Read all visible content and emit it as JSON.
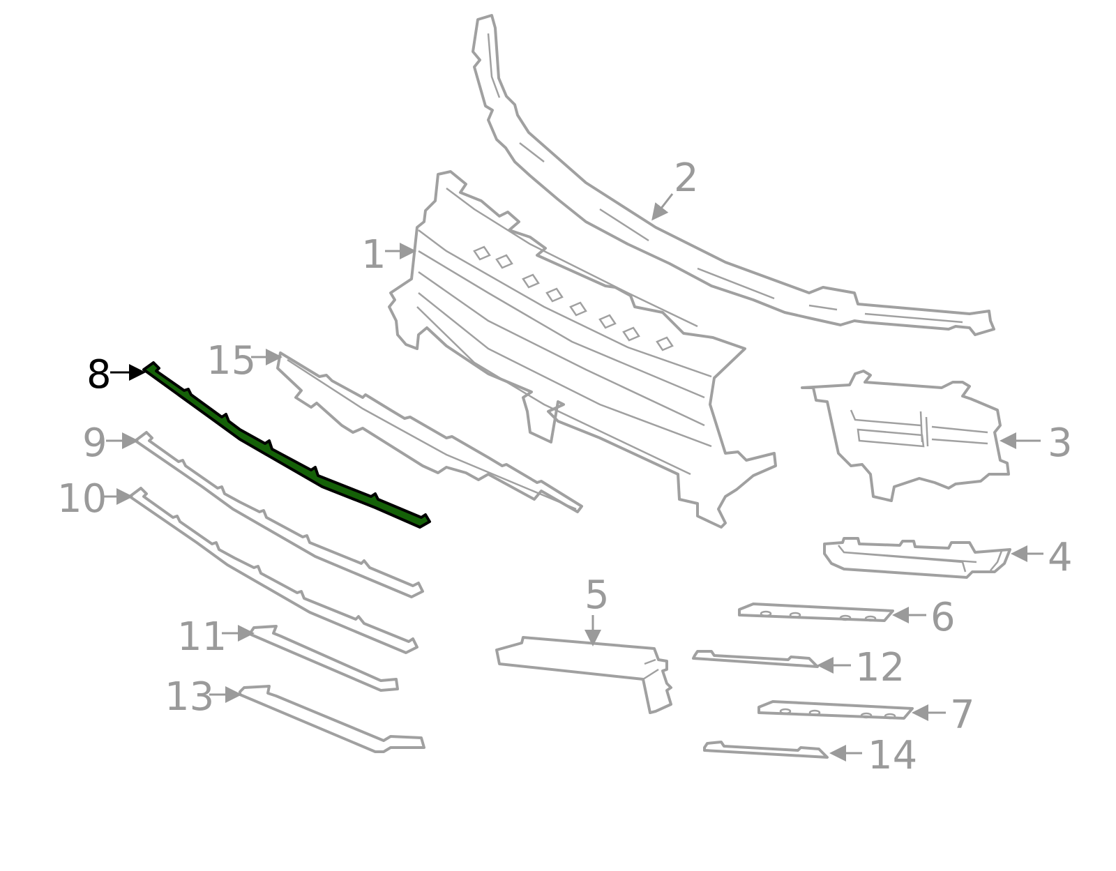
{
  "diagram": {
    "highlighted_part": "8",
    "highlight_color": "#156108",
    "callouts": [
      {
        "id": "1",
        "label": "1"
      },
      {
        "id": "2",
        "label": "2"
      },
      {
        "id": "3",
        "label": "3"
      },
      {
        "id": "4",
        "label": "4"
      },
      {
        "id": "5",
        "label": "5"
      },
      {
        "id": "6",
        "label": "6"
      },
      {
        "id": "7",
        "label": "7"
      },
      {
        "id": "8",
        "label": "8"
      },
      {
        "id": "9",
        "label": "9"
      },
      {
        "id": "10",
        "label": "10"
      },
      {
        "id": "11",
        "label": "11"
      },
      {
        "id": "12",
        "label": "12"
      },
      {
        "id": "13",
        "label": "13"
      },
      {
        "id": "14",
        "label": "14"
      },
      {
        "id": "15",
        "label": "15"
      }
    ]
  }
}
